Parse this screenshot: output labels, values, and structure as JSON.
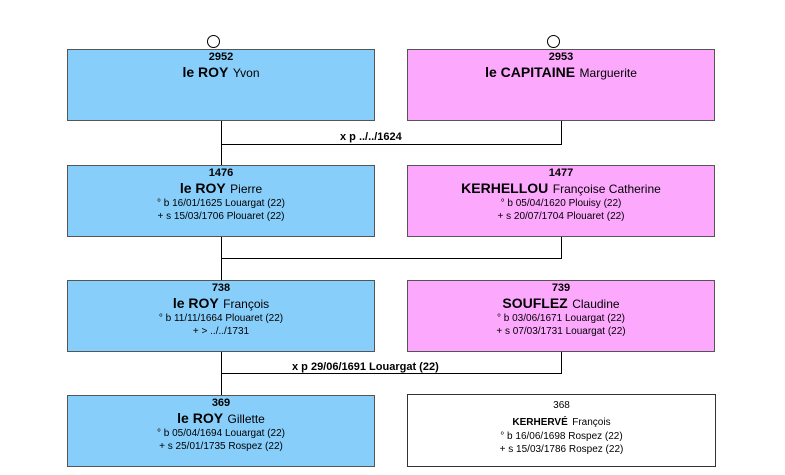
{
  "persons": {
    "p2952": {
      "num": "2952",
      "surname": "le ROY",
      "given": "Yvon",
      "events": []
    },
    "p2953": {
      "num": "2953",
      "surname": "le CAPITAINE",
      "given": "Marguerite",
      "events": []
    },
    "p1476": {
      "num": "1476",
      "surname": "le ROY",
      "given": "Pierre",
      "events": [
        "° b 16/01/1625 Louargat (22)",
        "+ s 15/03/1706 Plouaret (22)"
      ]
    },
    "p1477": {
      "num": "1477",
      "surname": "KERHELLOU",
      "given": "Françoise Catherine",
      "events": [
        "° b 05/04/1620 Plouisy (22)",
        "+ s 20/07/1704 Plouaret (22)"
      ]
    },
    "p738": {
      "num": "738",
      "surname": "le ROY",
      "given": "François",
      "events": [
        "° b 11/11/1664 Plouaret (22)",
        "+ > ../../1731"
      ]
    },
    "p739": {
      "num": "739",
      "surname": "SOUFLEZ",
      "given": "Claudine",
      "events": [
        "° b 03/06/1671 Louargat (22)",
        "+ s 07/03/1731 Louargat (22)"
      ]
    },
    "p369": {
      "num": "369",
      "surname": "le ROY",
      "given": "Gillette",
      "events": [
        "° b 05/04/1694 Louargat (22)",
        "+ s 25/01/1735 Rospez (22)"
      ]
    },
    "p368": {
      "num": "368",
      "surname": "KERHERVÉ",
      "given": "François",
      "events": [
        "° b 16/06/1698 Rospez (22)",
        "+ s 15/03/1786 Rospez (22)"
      ]
    }
  },
  "marriages": {
    "m1": "x p ../../1624",
    "m3": "x p 29/06/1691 Louargat (22)"
  },
  "colors": {
    "male": "#87cefa",
    "female": "#fca8fc",
    "unknown": "#ffffff"
  }
}
